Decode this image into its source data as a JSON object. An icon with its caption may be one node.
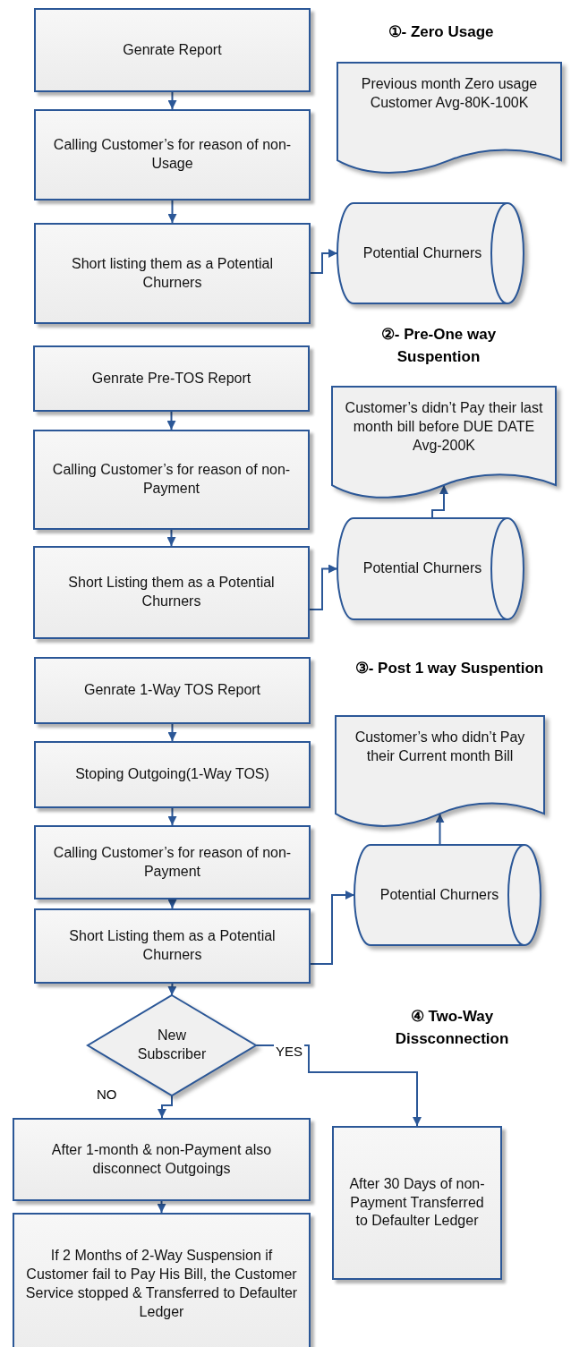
{
  "diagram": {
    "nodes": [
      {
        "text": [
          "Genrate Report"
        ]
      },
      {
        "text": [
          "Calling Customer’s for reason of non-Usage"
        ]
      },
      {
        "text": [
          "Short listing them as a Potential Churners"
        ]
      },
      {
        "text": [
          "Previous month Zero usage Customer Avg-80K-100K"
        ]
      },
      {
        "text": [
          "Potential Churners"
        ]
      },
      {
        "text": [
          "Genrate Pre-TOS Report"
        ]
      },
      {
        "text": [
          "Calling Customer’s for reason of non-Payment"
        ]
      },
      {
        "text": [
          "Short Listing them as a Potential Churners"
        ]
      },
      {
        "text": [
          "Customer’s didn’t Pay their last month bill before DUE DATE Avg-200K"
        ]
      },
      {
        "text": [
          "Potential Churners"
        ]
      },
      {
        "text": [
          "Genrate 1-Way TOS Report"
        ]
      },
      {
        "text": [
          "Stoping Outgoing(1-Way TOS)"
        ]
      },
      {
        "text": [
          "Calling Customer’s for reason of non-Payment"
        ]
      },
      {
        "text": [
          "Short Listing them as a Potential Churners"
        ]
      },
      {
        "text": [
          "Customer’s who didn’t Pay their Current month Bill"
        ]
      },
      {
        "text": [
          "Potential Churners"
        ]
      },
      {
        "text": [
          "New Subscriber"
        ]
      },
      {
        "text": [
          "After 1-month & non-Payment also disconnect Outgoings"
        ]
      },
      {
        "text": [
          "If 2 Months of 2-Way Suspension if Customer fail to Pay His Bill, the Customer Service stopped & Transferred to Defaulter Ledger"
        ]
      },
      {
        "text": [
          "After 30 Days of non-Payment Transferred to Defaulter Ledger"
        ]
      }
    ],
    "edges": [
      {
        "from": 0,
        "to": 1,
        "arrow": "to"
      },
      {
        "from": 1,
        "to": 2,
        "arrow": "to"
      },
      {
        "from": 2,
        "to": 4,
        "arrow": "to"
      },
      {
        "from": 5,
        "to": 6,
        "arrow": "to"
      },
      {
        "from": 6,
        "to": 7,
        "arrow": "to"
      },
      {
        "from": 7,
        "to": 9,
        "arrow": "to"
      },
      {
        "from": 9,
        "to": 8,
        "arrow": "to"
      },
      {
        "from": 10,
        "to": 11,
        "arrow": "to"
      },
      {
        "from": 11,
        "to": 12,
        "arrow": "to"
      },
      {
        "from": 12,
        "to": 13,
        "arrow": "to"
      },
      {
        "from": 13,
        "to": 15,
        "arrow": "to"
      },
      {
        "from": 15,
        "to": 14,
        "arrow": "to"
      },
      {
        "from": 13,
        "to": 16,
        "arrow": "to"
      },
      {
        "from": 16,
        "to": 17,
        "label": "NO",
        "arrow": "to"
      },
      {
        "from": 16,
        "to": 19,
        "label": "YES",
        "arrow": "to"
      },
      {
        "from": 17,
        "to": 18,
        "arrow": "to"
      }
    ],
    "labels": [
      "①- Zero Usage",
      "②- Pre-One way Suspention",
      "③- Post 1 way Suspention",
      "④ Two-Way Dissconnection"
    ]
  }
}
